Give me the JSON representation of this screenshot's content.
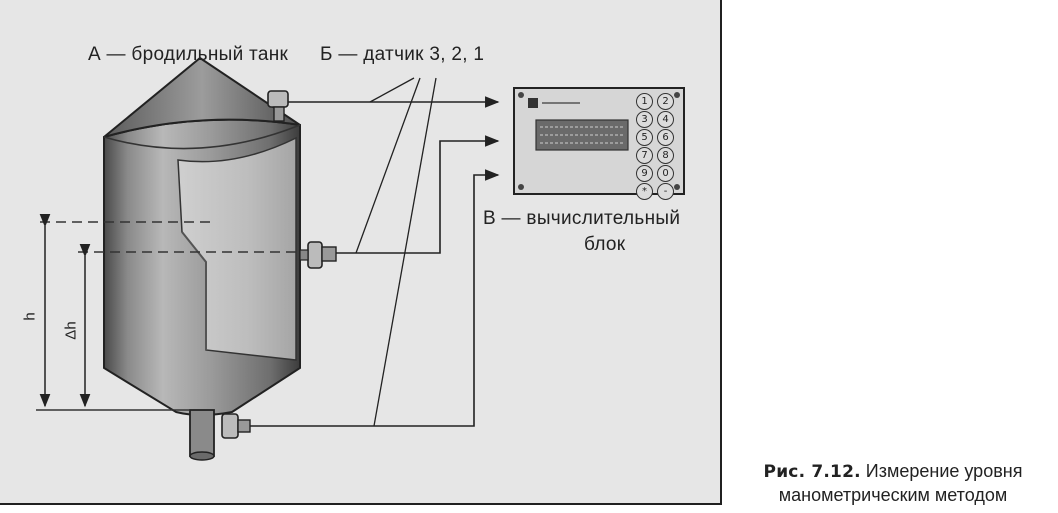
{
  "figure": {
    "label_a": "А — бродильный танк",
    "label_b": "Б — датчик 3, 2, 1",
    "label_v_line1": "В —  вычислительный",
    "label_v_line2": "блок",
    "dim_h": "h",
    "dim_dh": "Δh",
    "keypad_keys": [
      "1",
      "2",
      "3",
      "4",
      "5",
      "6",
      "7",
      "8",
      "9",
      "0",
      "*",
      "-"
    ]
  },
  "caption": {
    "number": "Рис. 7.12.",
    "text_line1": "Измерение уровня",
    "text_line2": "манометрическим методом"
  }
}
